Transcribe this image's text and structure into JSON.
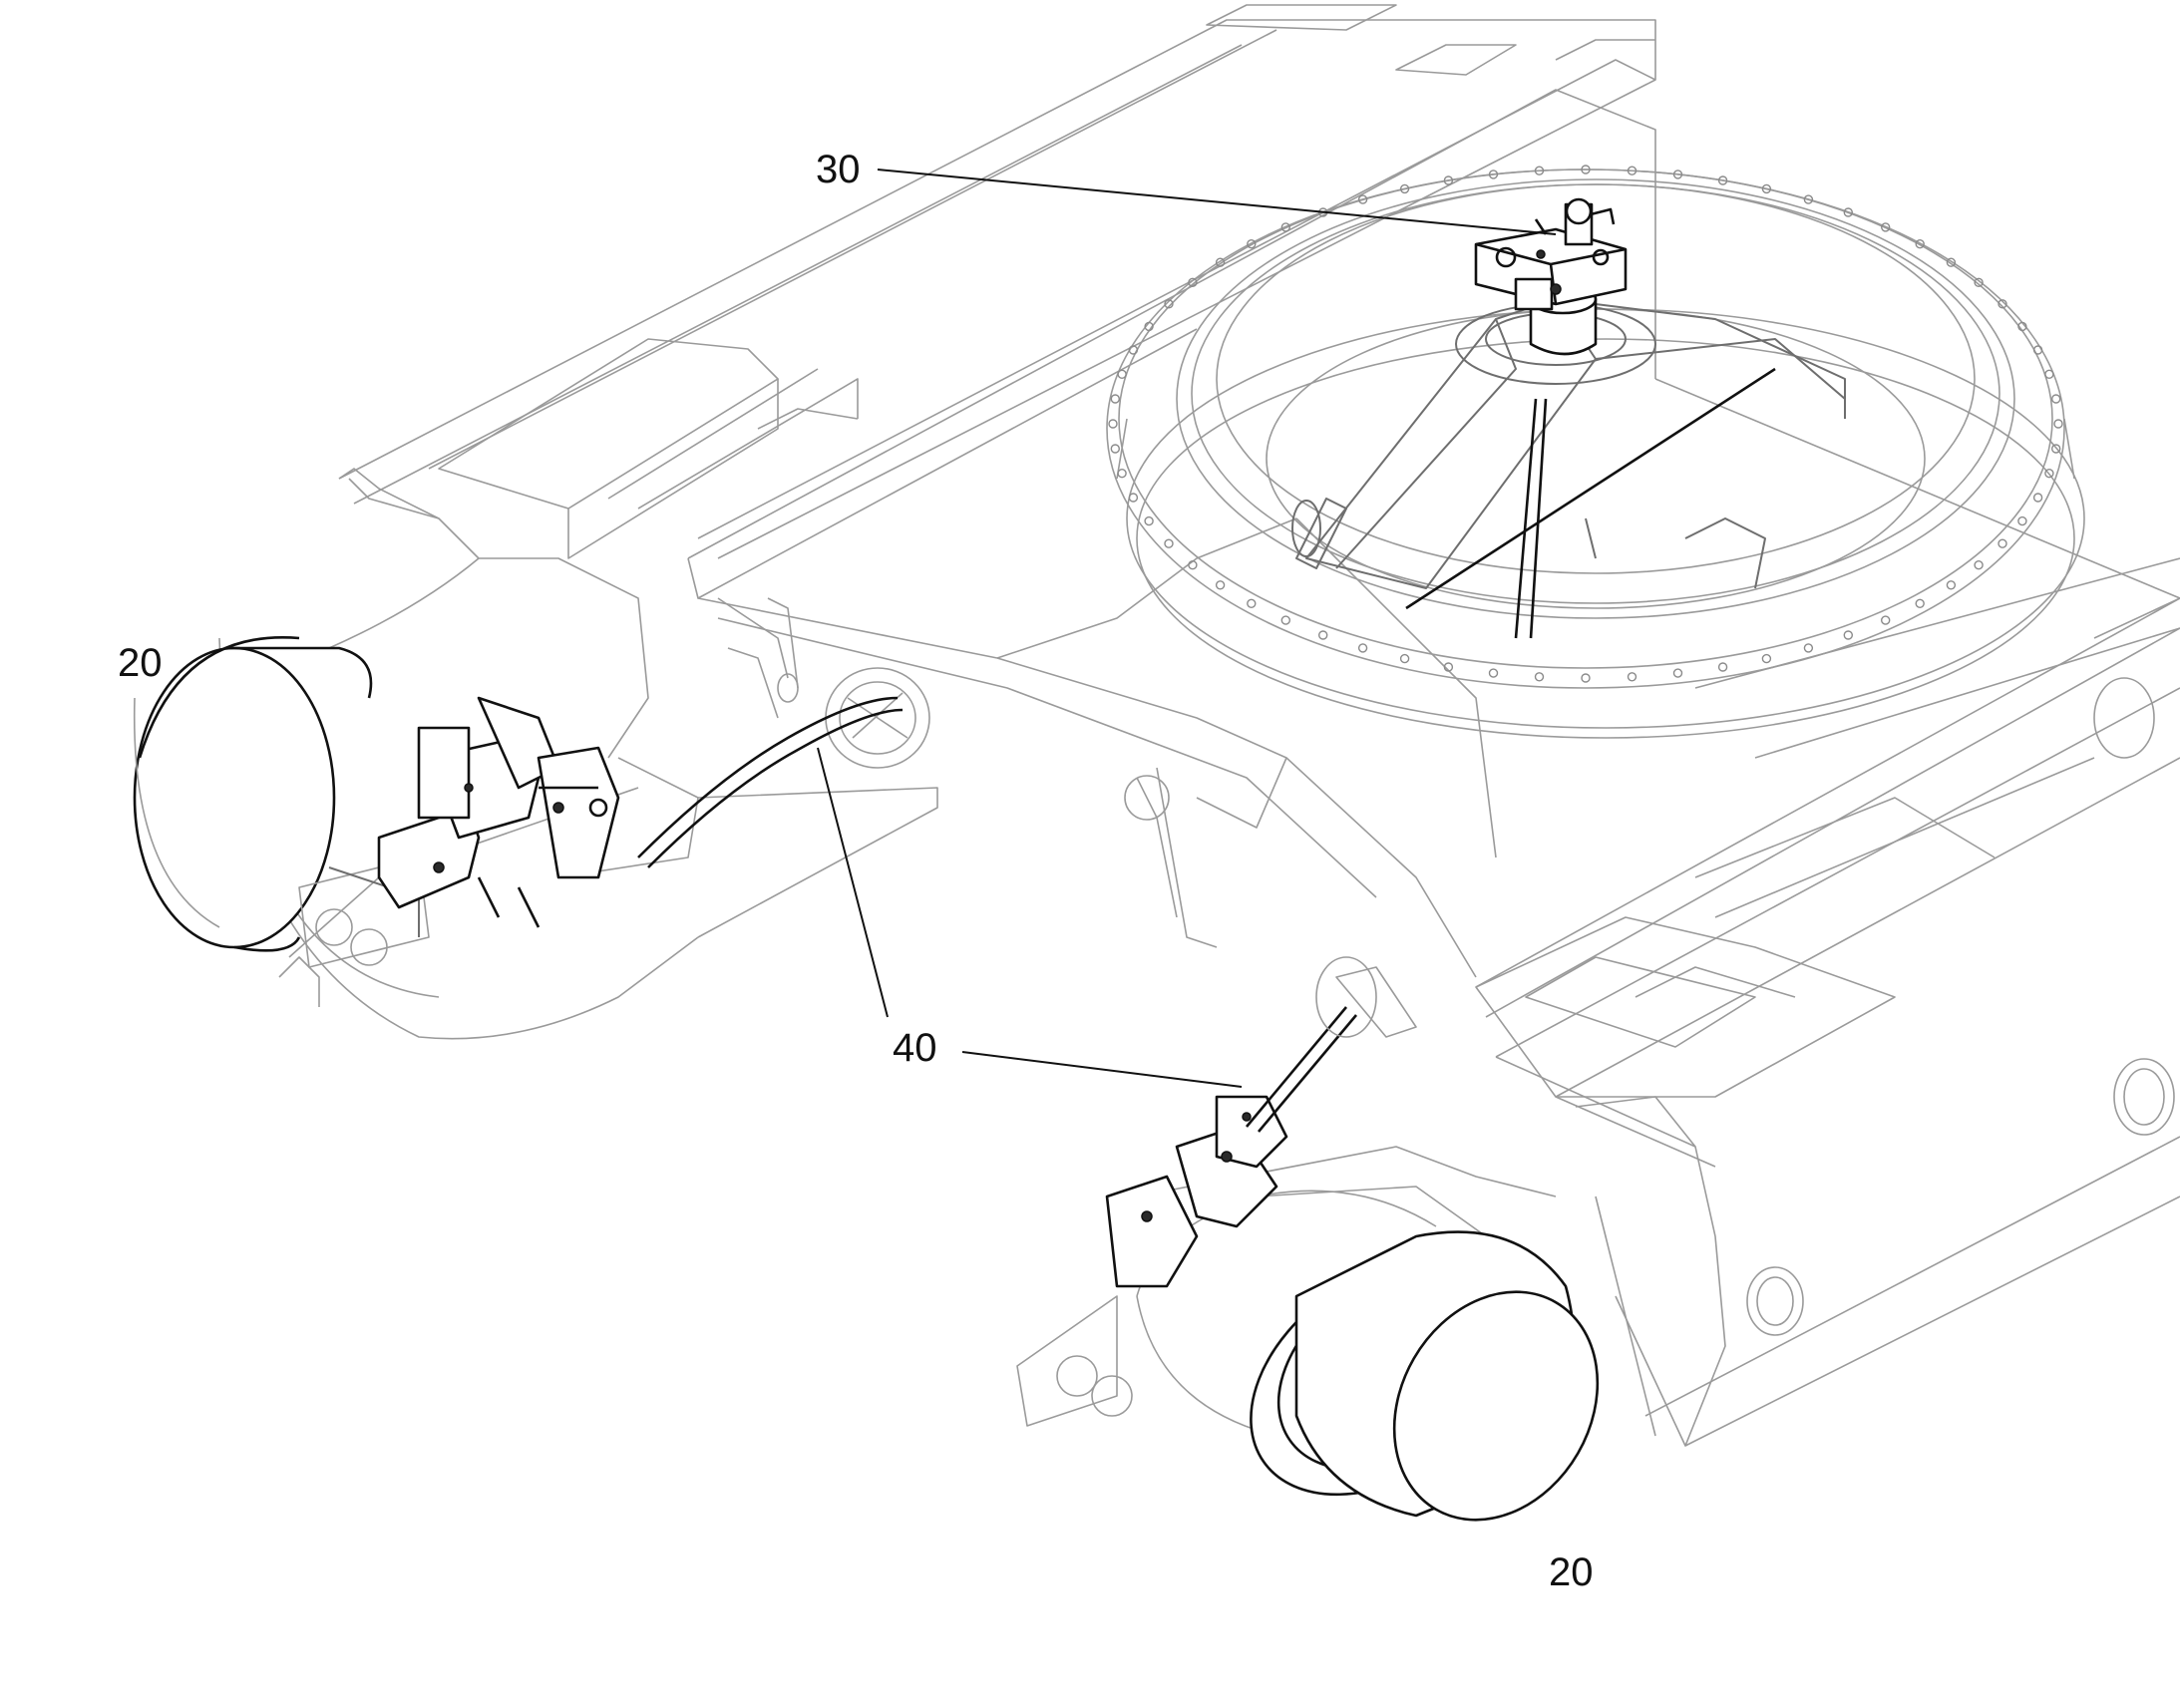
{
  "labels": {
    "drive_left": "20",
    "drive_right": "20",
    "assembly_top": "30",
    "cable": "40"
  }
}
